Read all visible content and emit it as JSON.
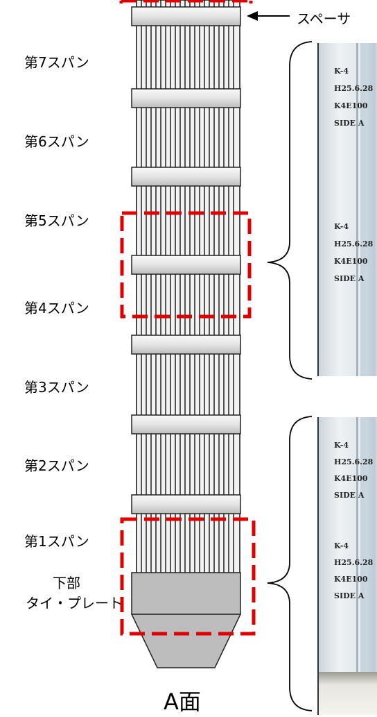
{
  "spacer_label": "スペーサ",
  "spans": [
    {
      "label": "第7スパン"
    },
    {
      "label": "第6スパン"
    },
    {
      "label": "第5スパン"
    },
    {
      "label": "第4スパン"
    },
    {
      "label": "第3スパン"
    },
    {
      "label": "第2スパン"
    },
    {
      "label": "第1スパン"
    }
  ],
  "tie_plate": {
    "line1": "下部",
    "line2": "タイ・プレート"
  },
  "face_label": "A面",
  "photo_caption": [
    "K-4",
    "H25.6.28",
    "K4E100",
    "SIDE A"
  ],
  "colors": {
    "rod": "#f4f4f4",
    "rod_outline": "#111111",
    "spacer": "#e6e6e6",
    "tie_plate": "#bdbdbd",
    "highlight": "#e00000"
  }
}
